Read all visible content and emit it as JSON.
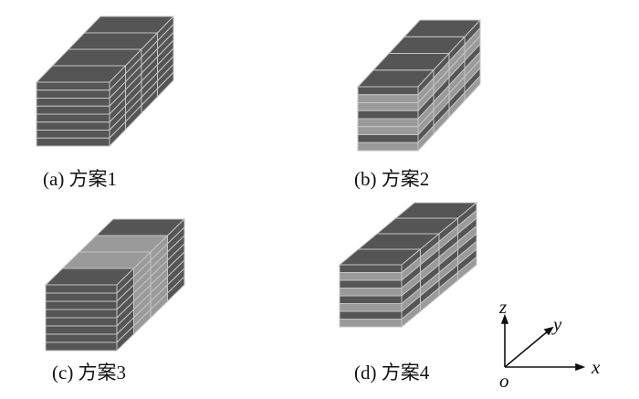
{
  "colors": {
    "dark": "#555555",
    "light": "#9a9a9a",
    "grid": "#c4c4c4",
    "axis": "#111111"
  },
  "panels": [
    {
      "id": "a",
      "caption": "(a) 方案1",
      "pattern": [
        "dddddddd",
        "dddddddd",
        "dddddddd",
        "dddddddd"
      ]
    },
    {
      "id": "b",
      "caption": "(b) 方案2",
      "pattern": [
        "dlldlldl",
        "dlldlldl",
        "dlldlldl",
        "dlldlldl"
      ]
    },
    {
      "id": "c",
      "caption": "(c) 方案3",
      "pattern": [
        "dddddddd",
        "llllllll",
        "llllllll",
        "dddddddd"
      ]
    },
    {
      "id": "d",
      "caption": "(d) 方案4",
      "pattern": [
        "dldldldl",
        "dldldldl",
        "dldldldl",
        "dldldldl"
      ]
    }
  ],
  "axes": {
    "x": "x",
    "y": "y",
    "z": "z",
    "origin": "o"
  }
}
